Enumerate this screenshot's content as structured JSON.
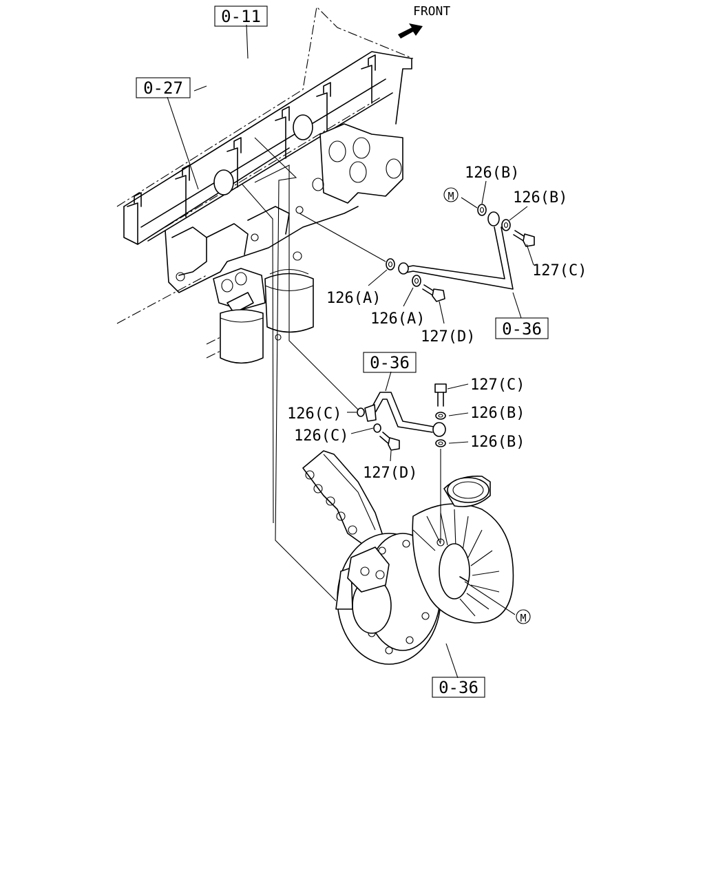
{
  "front_label": "FRONT",
  "refs": {
    "ref_0_11": "0-11",
    "ref_0_27": "0-27",
    "ref_0_36_a": "0-36",
    "ref_0_36_b": "0-36",
    "ref_0_36_c": "0-36"
  },
  "parts": {
    "p126B_1": "126(B)",
    "p126B_2": "126(B)",
    "p127C_1": "127(C)",
    "p126A_1": "126(A)",
    "p126A_2": "126(A)",
    "p127D_1": "127(D)",
    "p127C_2": "127(C)",
    "p126B_3": "126(B)",
    "p126B_4": "126(B)",
    "p126C_1": "126(C)",
    "p126C_2": "126(C)",
    "p127D_2": "127(D)"
  },
  "markers": {
    "m1": "M",
    "m2": "M"
  }
}
